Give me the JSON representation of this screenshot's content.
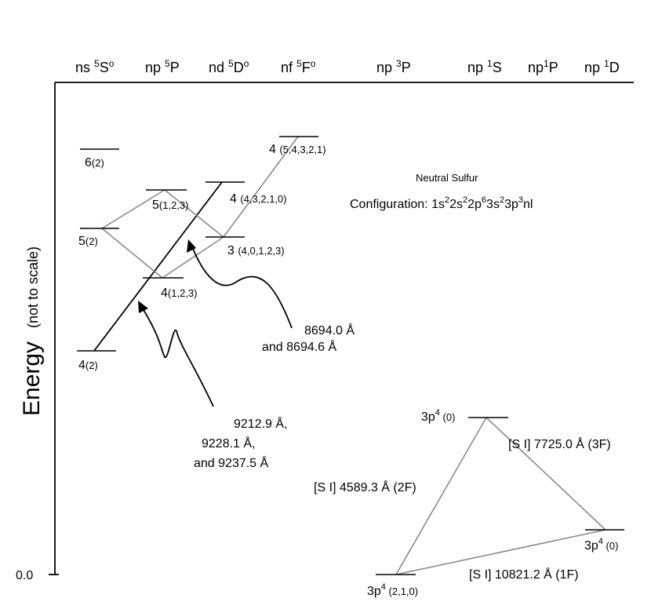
{
  "columns": [
    {
      "key": "ns5So",
      "prefix": "ns ",
      "sup": "5",
      "term": "S",
      "suffix": "o"
    },
    {
      "key": "np5P",
      "prefix": "np ",
      "sup": "5",
      "term": "P",
      "suffix": ""
    },
    {
      "key": "nd5Do",
      "prefix": "nd ",
      "sup": "5",
      "term": "D",
      "suffix": "o"
    },
    {
      "key": "nf5Fo",
      "prefix": "nf ",
      "sup": "5",
      "term": "F",
      "suffix": "o"
    },
    {
      "key": "np3P",
      "prefix": "np ",
      "sup": "3",
      "term": "P",
      "suffix": ""
    },
    {
      "key": "np1S",
      "prefix": "np ",
      "sup": "1",
      "term": "S",
      "suffix": ""
    },
    {
      "key": "np1P",
      "prefix": "np",
      "sup": "1",
      "term": "P",
      "suffix": ""
    },
    {
      "key": "np1D",
      "prefix": "np ",
      "sup": "1",
      "term": "D",
      "suffix": ""
    }
  ],
  "axis": {
    "ylabel_main": "Energy",
    "ylabel_note": "(not to scale)",
    "zero_label": "0.0"
  },
  "title": {
    "name": "Neutral Sulfur",
    "config_prefix": "Configuration: ",
    "config_parts": [
      {
        "base": "1s",
        "sup": "2"
      },
      {
        "base": "2s",
        "sup": "2"
      },
      {
        "base": "2p",
        "sup": "6"
      },
      {
        "base": "3s",
        "sup": "2"
      },
      {
        "base": "3p",
        "sup": "3"
      },
      {
        "base": "nl",
        "sup": ""
      }
    ]
  },
  "levels": {
    "ns6": {
      "n": "6",
      "j": "(2)"
    },
    "ns5": {
      "n": "5",
      "j": "(2)"
    },
    "ns4": {
      "n": "4",
      "j": "(2)"
    },
    "np5": {
      "n": "5",
      "j": "(1,2,3)"
    },
    "np4": {
      "n": "4",
      "j": "(1,2,3)"
    },
    "nd4": {
      "n": "4 ",
      "j": "(4,3,2,1,0)"
    },
    "nd3": {
      "n": "3 ",
      "j": "(4,0,1,2,3)"
    },
    "nf4": {
      "n": "4 ",
      "j": "(5,4,3,2,1)"
    },
    "gs_mid": {
      "base": "3p",
      "sup": "4",
      "j": " (0)"
    },
    "gs_right": {
      "base": "3p",
      "sup": "4",
      "j": " (0)"
    },
    "gs_low": {
      "base": "3p",
      "sup": "4",
      "j": " (2,1,0)"
    }
  },
  "annotations": {
    "a8694_l1": "8694.0 Å",
    "a8694_l2": "and 8694.6 Å",
    "a92_l1": "9212.9 Å,",
    "a92_l2": "9228.1 Å,",
    "a92_l3": "and 9237.5 Å",
    "forbidden_2f": "[S I] 4589.3 Å (2F)",
    "forbidden_3f": "[S I] 7725.0 Å (3F)",
    "forbidden_1f": "[S I] 10821.2 Å (1F)"
  }
}
